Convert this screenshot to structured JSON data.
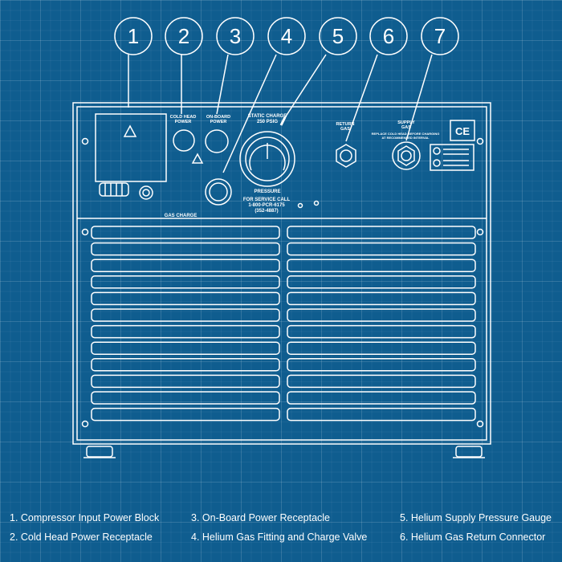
{
  "callouts": [
    "1",
    "2",
    "3",
    "4",
    "5",
    "6",
    "7"
  ],
  "panel_labels": {
    "cold_head": "COLD HEAD\nPOWER",
    "on_board": "ON-BOARD\nPOWER",
    "static_charge": "STATIC CHARGE\n250 PSIG",
    "pressure": "PRESSURE",
    "service": "FOR SERVICE CALL\n1-800-PCR-6175\n(352-4887)",
    "return_gas": "RETURN\nGAS",
    "supply_gas": "SUPPLY\nGAS",
    "supply_note": "REPLACE COLD HEAD BEFORE CHARGING\nAT RECOMMENDED INTERVAL",
    "ce_mark": "CE",
    "gas_charge": "GAS CHARGE"
  },
  "legend": [
    "1. Compressor Input Power Block",
    "2. Cold Head Power Receptacle",
    "3. On-Board Power Receptacle",
    "4. Helium Gas Fitting and Charge Valve",
    "5. Helium Supply Pressure Gauge",
    "6. Helium Gas Return Connector"
  ],
  "colors": {
    "background": "#0f5d8f",
    "line": "#ffffff"
  }
}
